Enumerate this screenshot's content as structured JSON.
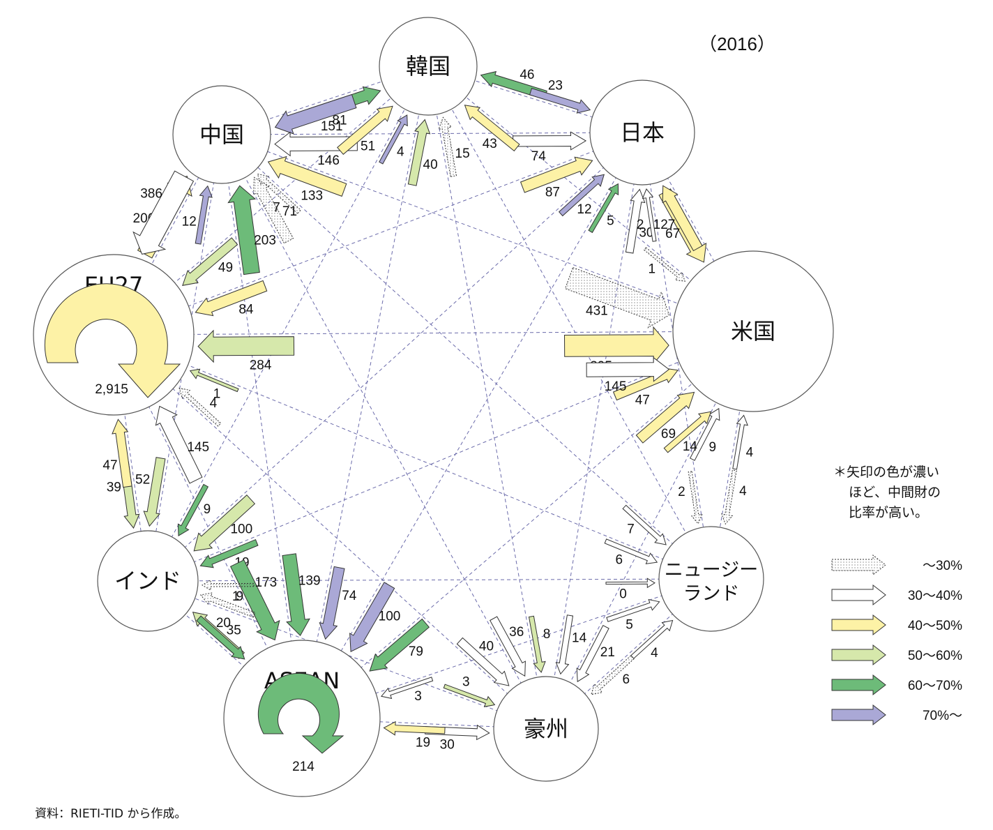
{
  "year": "（2016）",
  "source": "資料：RIETI-TID から作成。",
  "note": [
    "＊矢印の色が濃い",
    "ほど、中間財の",
    "比率が高い。"
  ],
  "colors": {
    "c0": "#ffffff",
    "c1": "#ffffff",
    "c2": "#fdf2a6",
    "c3": "#d6e8ab",
    "c4": "#6dbb79",
    "c5": "#aaa8d6"
  },
  "legend": [
    {
      "cls": "c0",
      "label": "～30%"
    },
    {
      "cls": "c1",
      "label": "30～40%"
    },
    {
      "cls": "c2",
      "label": "40～50%"
    },
    {
      "cls": "c3",
      "label": "50～60%"
    },
    {
      "cls": "c4",
      "label": "60～70%"
    },
    {
      "cls": "c5",
      "label": "70%～"
    }
  ],
  "nodes": {
    "korea": {
      "label": "韓国"
    },
    "japan": {
      "label": "日本"
    },
    "usa": {
      "label": "米国"
    },
    "nz": {
      "label": [
        "ニュージー",
        "ランド"
      ]
    },
    "australia": {
      "label": "豪州"
    },
    "asean": {
      "label": "ASEAN",
      "self": "214"
    },
    "india": {
      "label": "インド"
    },
    "eu": {
      "label": "EU27",
      "self": "2,915"
    },
    "china": {
      "label": "中国"
    }
  },
  "flows": [
    {
      "from": "china",
      "to": "korea",
      "value": "81",
      "cls": "c4"
    },
    {
      "from": "korea",
      "to": "china",
      "value": "151",
      "cls": "c5"
    },
    {
      "from": "japan",
      "to": "korea",
      "value": "46",
      "cls": "c4"
    },
    {
      "from": "korea",
      "to": "japan",
      "value": "23",
      "cls": "c5"
    },
    {
      "from": "japan",
      "to": "china",
      "value": "146",
      "cls": "c1"
    },
    {
      "from": "china",
      "to": "japan",
      "value": "74",
      "cls": "c1"
    },
    {
      "from": "usa",
      "to": "korea",
      "value": "43",
      "cls": "c2"
    },
    {
      "from": "korea",
      "to": "usa",
      "value": "1",
      "cls": "c0"
    },
    {
      "from": "usa",
      "to": "china",
      "value": "133",
      "cls": "c2"
    },
    {
      "from": "china",
      "to": "usa",
      "value": "431",
      "cls": "c0"
    },
    {
      "from": "asean",
      "to": "korea",
      "value": "40",
      "cls": "c3"
    },
    {
      "from": "korea",
      "to": "asean",
      "value": "74",
      "cls": "c5"
    },
    {
      "from": "asean",
      "to": "china",
      "value": "203",
      "cls": "c4"
    },
    {
      "from": "china",
      "to": "asean",
      "value": "139",
      "cls": "c4"
    },
    {
      "from": "eu",
      "to": "korea",
      "value": "51",
      "cls": "c2"
    },
    {
      "from": "korea",
      "to": "eu",
      "value": "49",
      "cls": "c3"
    },
    {
      "from": "eu",
      "to": "china",
      "value": "206",
      "cls": "c2"
    },
    {
      "from": "china",
      "to": "eu",
      "value": "386",
      "cls": "c1"
    },
    {
      "from": "australia",
      "to": "korea",
      "value": "15",
      "cls": "c0"
    },
    {
      "from": "korea",
      "to": "australia",
      "value": "8",
      "cls": "c3"
    },
    {
      "from": "australia",
      "to": "china",
      "value": "71",
      "cls": "c0"
    },
    {
      "from": "china",
      "to": "australia",
      "value": "36",
      "cls": "c1"
    },
    {
      "from": "india",
      "to": "korea",
      "value": "4",
      "cls": "c5"
    },
    {
      "from": "korea",
      "to": "india",
      "value": "9",
      "cls": "c4"
    },
    {
      "from": "india",
      "to": "china",
      "value": "12",
      "cls": "c5"
    },
    {
      "from": "china",
      "to": "india",
      "value": "52",
      "cls": "c3"
    },
    {
      "from": "nz",
      "to": "china",
      "value": "7",
      "cls": "c0"
    },
    {
      "from": "china",
      "to": "nz",
      "value": "7",
      "cls": "c1"
    },
    {
      "from": "japan",
      "to": "usa",
      "value": "127",
      "cls": "c2"
    },
    {
      "from": "usa",
      "to": "japan",
      "value": "67",
      "cls": "c2"
    },
    {
      "from": "japan",
      "to": "eu",
      "value": "84",
      "cls": "c2"
    },
    {
      "from": "eu",
      "to": "japan",
      "value": "87",
      "cls": "c2"
    },
    {
      "from": "japan",
      "to": "asean",
      "value": "100",
      "cls": "c5"
    },
    {
      "from": "asean",
      "to": "japan",
      "value": "5",
      "cls": "c4"
    },
    {
      "from": "usa",
      "to": "eu",
      "value": "284",
      "cls": "c3"
    },
    {
      "from": "eu",
      "to": "usa",
      "value": "395",
      "cls": "c2"
    },
    {
      "from": "japan",
      "to": "australia",
      "value": "14",
      "cls": "c1"
    },
    {
      "from": "australia",
      "to": "japan",
      "value": "30",
      "cls": "c1"
    },
    {
      "from": "japan",
      "to": "nz",
      "value": "2",
      "cls": "c0"
    },
    {
      "from": "nz",
      "to": "japan",
      "value": "2",
      "cls": "c1"
    },
    {
      "from": "usa",
      "to": "asean",
      "value": "79",
      "cls": "c4"
    },
    {
      "from": "asean",
      "to": "usa",
      "value": "69",
      "cls": "c2"
    },
    {
      "from": "usa",
      "to": "australia",
      "value": "21",
      "cls": "c1"
    },
    {
      "from": "australia",
      "to": "usa",
      "value": "9",
      "cls": "c1"
    },
    {
      "from": "usa",
      "to": "nz",
      "value": "4",
      "cls": "c0"
    },
    {
      "from": "nz",
      "to": "usa",
      "value": "4",
      "cls": "c1"
    },
    {
      "from": "india",
      "to": "usa",
      "value": "47",
      "cls": "c2"
    },
    {
      "from": "usa",
      "to": "india",
      "value": "19",
      "cls": "c4"
    },
    {
      "from": "eu",
      "to": "india",
      "value": "39",
      "cls": "c3"
    },
    {
      "from": "india",
      "to": "eu",
      "value": "47",
      "cls": "c2"
    },
    {
      "from": "eu",
      "to": "asean",
      "value": "173",
      "cls": "c4"
    },
    {
      "from": "asean",
      "to": "eu",
      "value": "145",
      "cls": "c1"
    },
    {
      "from": "asean",
      "to": "india",
      "value": "35",
      "cls": "c3"
    },
    {
      "from": "india",
      "to": "asean",
      "value": "20",
      "cls": "c4"
    },
    {
      "from": "asean",
      "to": "australia",
      "value": "30",
      "cls": "c1"
    },
    {
      "from": "australia",
      "to": "asean",
      "value": "19",
      "cls": "c2"
    },
    {
      "from": "australia",
      "to": "eu",
      "value": "4",
      "cls": "c0"
    },
    {
      "from": "eu",
      "to": "australia",
      "value": "40",
      "cls": "c1"
    },
    {
      "from": "nz",
      "to": "asean",
      "value": "3",
      "cls": "c1"
    },
    {
      "from": "asean",
      "to": "nz",
      "value": "5",
      "cls": "c1"
    },
    {
      "from": "nz",
      "to": "australia",
      "value": "6",
      "cls": "c0"
    },
    {
      "from": "australia",
      "to": "nz",
      "value": "4",
      "cls": "c1"
    },
    {
      "from": "nz",
      "to": "india",
      "value": "1",
      "cls": "c0"
    },
    {
      "from": "india",
      "to": "nz",
      "value": "0",
      "cls": "c1"
    },
    {
      "from": "eu",
      "to": "nz",
      "value": "6",
      "cls": "c1"
    },
    {
      "from": "nz",
      "to": "eu",
      "value": "1",
      "cls": "c3"
    },
    {
      "from": "india",
      "to": "australia",
      "value": "3",
      "cls": "c3"
    },
    {
      "from": "australia",
      "to": "india",
      "value": "9",
      "cls": "c0"
    },
    {
      "from": "india",
      "to": "japan",
      "value": "12",
      "cls": "c5"
    },
    {
      "from": "japan",
      "to": "india",
      "value": "100",
      "cls": "c3"
    },
    {
      "from": "eu",
      "to": "usa2",
      "value": "145",
      "cls": "c1"
    },
    {
      "from": "asean",
      "to": "usa2",
      "value": "14",
      "cls": "c2"
    }
  ]
}
